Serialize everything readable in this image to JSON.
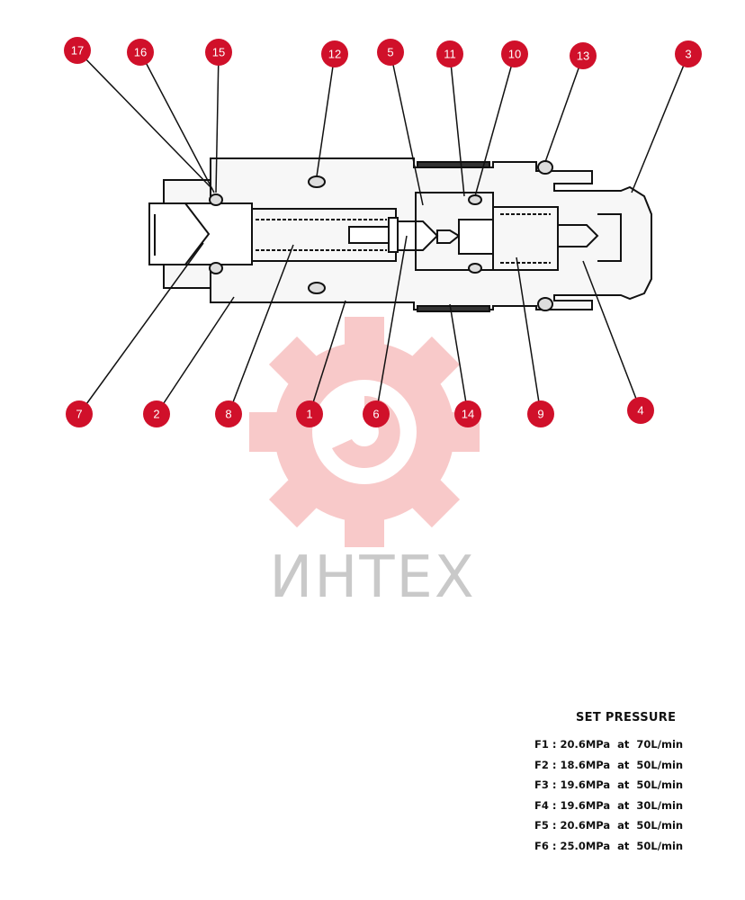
{
  "diagram": {
    "callouts": [
      "17",
      "16",
      "15",
      "12",
      "5",
      "11",
      "10",
      "13",
      "3",
      "7",
      "2",
      "8",
      "1",
      "6",
      "14",
      "9",
      "4"
    ],
    "accent_color": "#d0102a",
    "watermark_color": "#f0a0a0"
  },
  "watermark": {
    "text": "ИНТЕХ"
  },
  "set_pressure": {
    "title": "SET PRESSURE",
    "rows": [
      "F1 : 20.6MPa  at  70L/min",
      "F2 : 18.6MPa  at  50L/min",
      "F3 : 19.6MPa  at  50L/min",
      "F4 : 19.6MPa  at  30L/min",
      "F5 : 20.6MPa  at  50L/min",
      "F6 : 25.0MPa  at  50L/min"
    ]
  }
}
